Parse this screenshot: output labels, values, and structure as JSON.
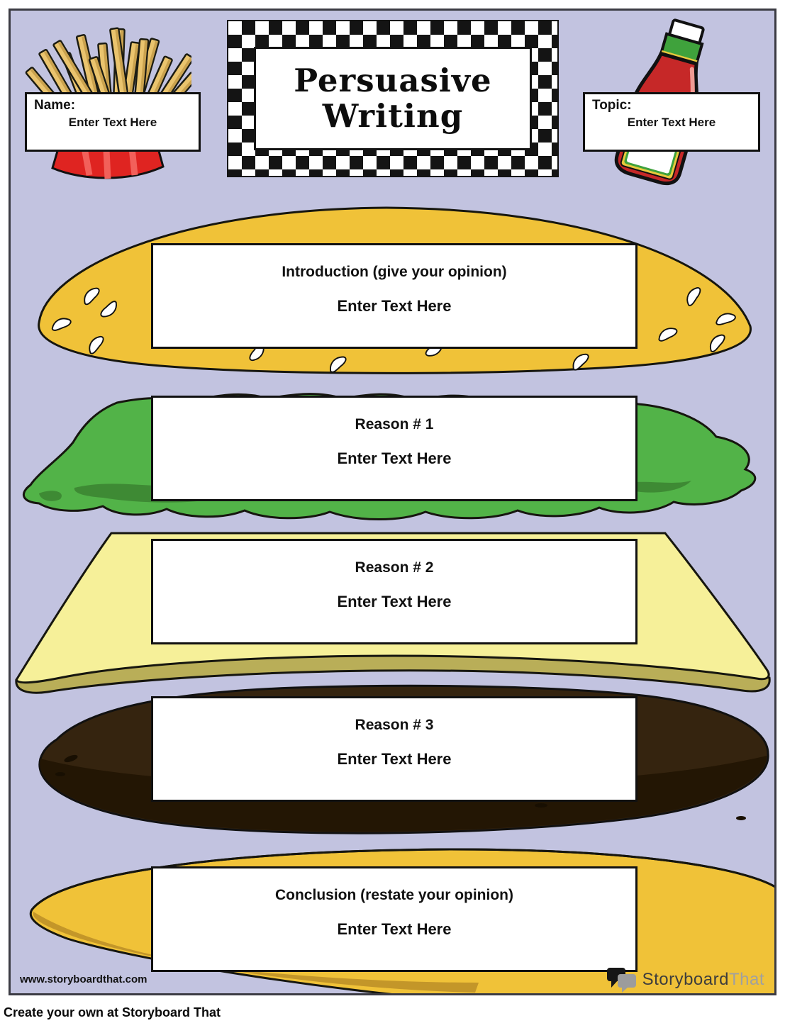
{
  "page": {
    "background_color": "#c2c3e0",
    "header": {
      "name_label": "Name:",
      "name_value": "Enter Text Here",
      "topic_label": "Topic:",
      "topic_value": "Enter Text Here",
      "title_line1": "Persuasive",
      "title_line2": "Writing"
    },
    "sections": [
      {
        "heading": "Introduction (give your opinion)",
        "placeholder": "Enter Text Here",
        "ingredient": "top-bun",
        "color": "#f0c238"
      },
      {
        "heading": "Reason # 1",
        "placeholder": "Enter Text Here",
        "ingredient": "lettuce",
        "color": "#52b348"
      },
      {
        "heading": "Reason # 2",
        "placeholder": "Enter Text Here",
        "ingredient": "cheese",
        "color": "#f6f099"
      },
      {
        "heading": "Reason # 3",
        "placeholder": "Enter Text Here",
        "ingredient": "patty",
        "color": "#35240f"
      },
      {
        "heading": "Conclusion (restate your opinion)",
        "placeholder": "Enter Text Here",
        "ingredient": "bottom-bun",
        "color": "#f0c238"
      }
    ],
    "footer": {
      "website": "www.storyboardthat.com",
      "logo_primary": "Storyboard",
      "logo_secondary": "That"
    }
  },
  "credit": "Create your own at Storyboard That"
}
